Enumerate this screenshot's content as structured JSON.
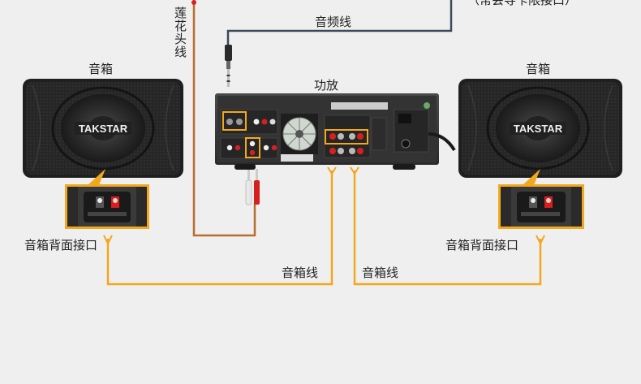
{
  "labels": {
    "top_note": "（常会导卡限接口）",
    "audio_cable": "音频线",
    "rca_cable": "莲花头线",
    "amplifier": "功放",
    "speaker_left": "音箱",
    "speaker_right": "音箱",
    "rear_port_left": "音箱背面接口",
    "rear_port_right": "音箱背面接口",
    "speaker_wire_left": "音箱线",
    "speaker_wire_right": "音箱线"
  },
  "brand": {
    "logo_text": "TAKSTAR"
  },
  "colors": {
    "background": "#efefef",
    "speaker_wire": "#f2a81d",
    "rca_wire": "#b86e2c",
    "audio_wire": "#3a4a5a",
    "speaker_body": "#2a2a2a",
    "red_terminal": "#d62020"
  }
}
